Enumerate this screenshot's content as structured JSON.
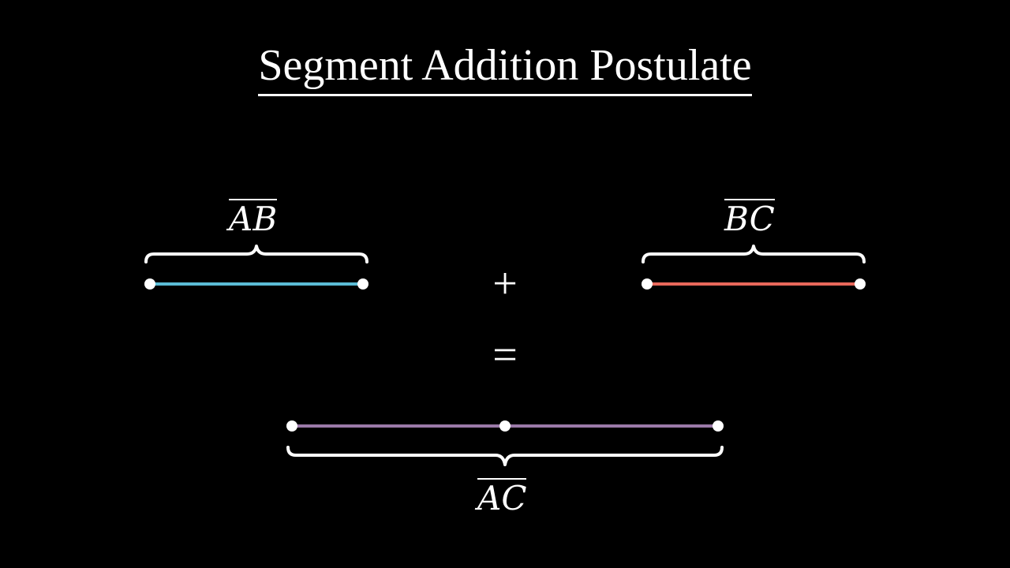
{
  "title": "Segment Addition Postulate",
  "labels": {
    "ab": "AB",
    "bc": "BC",
    "ac": "AC"
  },
  "operators": {
    "plus": "+",
    "equals": "="
  },
  "colors": {
    "background": "#000000",
    "segment_ab": "#5bbcd6",
    "segment_bc": "#e8685a",
    "segment_ac": "#9b7aa8",
    "foreground": "#ffffff"
  }
}
